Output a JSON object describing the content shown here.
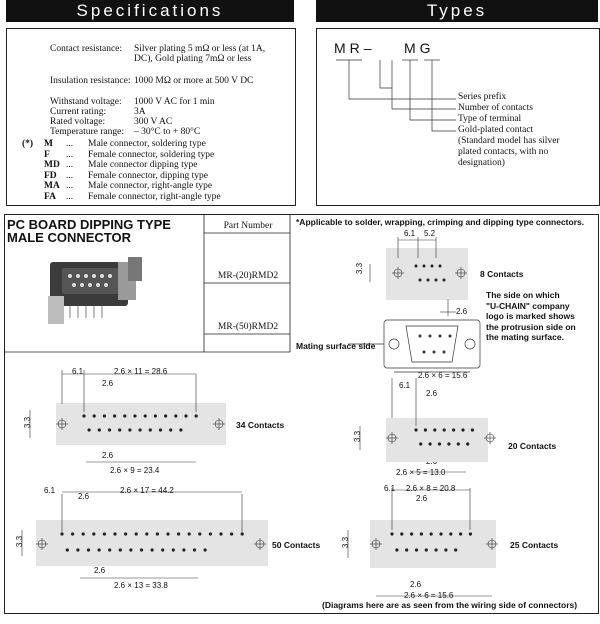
{
  "headers": {
    "specifications": "Specifications",
    "types": "Types"
  },
  "specs": [
    {
      "label": "Contact resistance:",
      "value": "Silver plating 5 mΩ or less (at 1A, DC), Gold plating 7mΩ or less"
    },
    {
      "label": "Insulation resistance:",
      "value": "1000 MΩ or more at 500 V DC"
    },
    {
      "label": "Withstand voltage:",
      "value": "1000 V AC for 1 min"
    },
    {
      "label": "Current rating:",
      "value": "3A"
    },
    {
      "label": "Rated voltage:",
      "value": "300 V AC"
    },
    {
      "label": "Temperature range:",
      "value": "– 30°C to + 80°C"
    }
  ],
  "legend": {
    "marker": "(*)",
    "items": [
      {
        "code": "M",
        "text": "Male connector, soldering type"
      },
      {
        "code": "F",
        "text": "Female connector, soldering type"
      },
      {
        "code": "MD",
        "text": "Male connector dipping type"
      },
      {
        "code": "FD",
        "text": "Female connector, dipping type"
      },
      {
        "code": "MA",
        "text": "Male connector, right-angle type"
      },
      {
        "code": "FA",
        "text": "Female connector, right-angle type"
      }
    ],
    "dots": "..."
  },
  "types": {
    "code_prefix": "MR–",
    "code_suffix": "MG",
    "lines": [
      "Series prefix",
      "Number of contacts",
      "Type of terminal",
      "Gold-plated contact",
      "(Standard model has silver",
      "plated contacts, with no",
      "designation)"
    ]
  },
  "board": {
    "title_line1": "PC BOARD DIPPING TYPE",
    "title_line2": "MALE CONNECTOR",
    "applicable_note": "*Applicable to solder, wrapping, crimping and dipping type connectors.",
    "part_number_header": "Part Number",
    "part_numbers": [
      "MR-(20)RMD2",
      "MR-(50)RMD2"
    ],
    "mating_surface": "Mating surface side",
    "uchain_note": [
      "The side on which",
      "\"U-CHAIN\" company",
      "logo is marked shows",
      "the protrusion side on",
      "the mating surface."
    ],
    "footnote": "(Diagrams here are as seen from the wiring side of connectors)"
  },
  "diagrams": {
    "c8": {
      "contacts": "8 Contacts",
      "dim_a": "6.1",
      "dim_b": "5.2",
      "pitch": "2.6",
      "height": "3.3",
      "bottom": "2.6 × 6 = 15.6"
    },
    "c34": {
      "contacts": "34 Contacts",
      "top_a": "6.1",
      "top_b": "2.6 × 11 = 28.6",
      "pitch": "2.6",
      "bot_pitch": "2.6",
      "bot": "2.6 × 9 = 23.4",
      "height": "3.3"
    },
    "c20": {
      "contacts": "20 Contacts",
      "top_a": "6.1",
      "top_b": "2.6",
      "bot_pitch": "2.6",
      "bot": "2.6 × 5 = 13.0",
      "height": "3.3"
    },
    "c50": {
      "contacts": "50 Contacts",
      "top_a": "6.1",
      "top_b": "2.6 × 17 = 44.2",
      "pitch": "2.6",
      "bot_pitch": "2.6",
      "bot": "2.6 × 13 = 33.8",
      "height": "3.3"
    },
    "c25": {
      "contacts": "25 Contacts",
      "top_a": "6.1",
      "top_b": "2.6 × 8 = 20.8",
      "pitch": "2.6",
      "bot_pitch": "2.6",
      "bot": "2.6 × 6 = 15.6",
      "height": "3.3"
    }
  }
}
